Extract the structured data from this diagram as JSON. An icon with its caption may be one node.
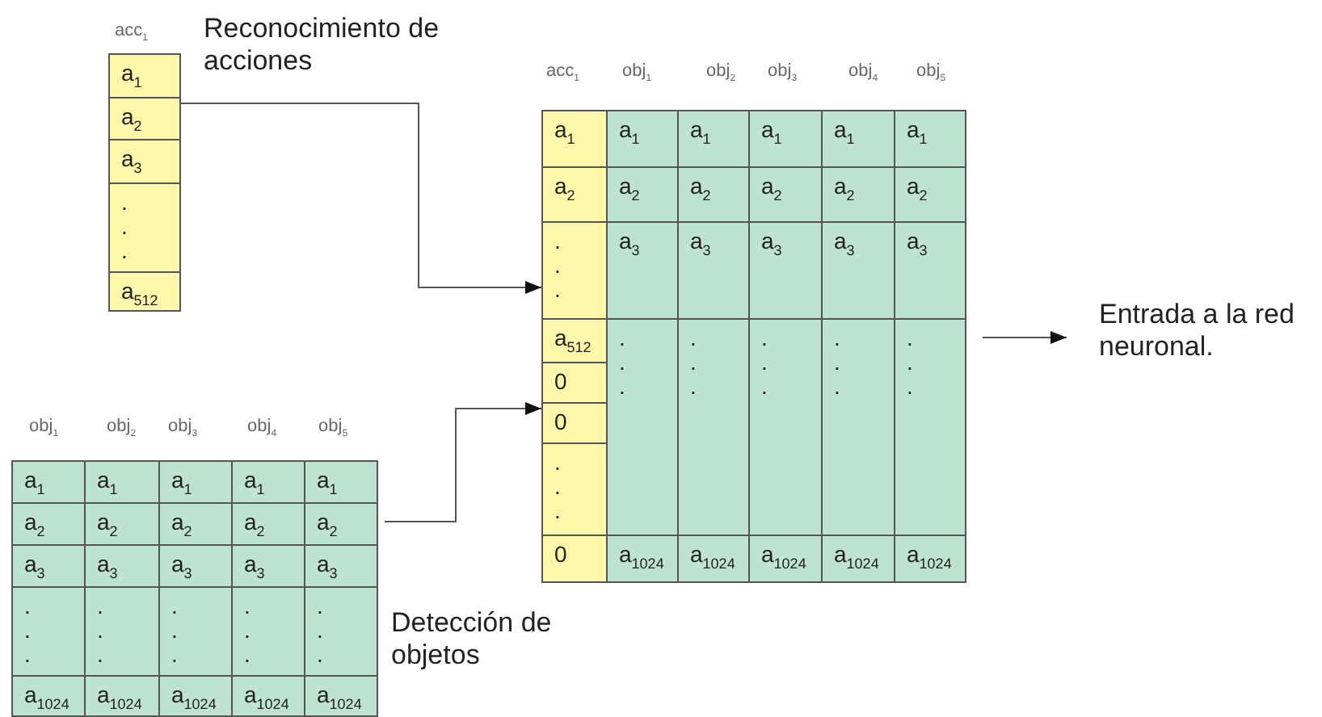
{
  "diagram": {
    "nodes": [
      {
        "text": [
          "a$_{1}$",
          "a$_{2}$",
          "a$_{3}$",
          ". . .",
          "a$_{512}$"
        ],
        "beside": [
          "acc$_{1}$"
        ]
      },
      {
        "text": [
          "Reconocimiento de acciones"
        ]
      },
      {
        "text": [
          "a$_{1}$",
          "a$_{1}$",
          "a$_{1}$",
          "a$_{1}$",
          "a$_{1}$",
          "a$_{1}$",
          "a$_{2}$",
          "a$_{2}$",
          "a$_{2}$",
          "a$_{2}$",
          "a$_{2}$",
          "a$_{2}$",
          ". . .",
          "a$_{3}$",
          "a$_{3}$",
          "a$_{3}$",
          "a$_{3}$",
          "a$_{3}$",
          "a$_{512}$",
          ". . .",
          ". . .",
          ". . .",
          ". . .",
          ". . .",
          "0",
          "0",
          ". . .",
          "0",
          "a$_{1024}$",
          "a$_{1024}$",
          "a$_{1024}$",
          "a$_{1024}$",
          "a$_{1024}$"
        ],
        "beside": [
          "acc$_{1}$",
          "obj$_{1}$",
          "obj$_{2}$",
          "obj$_{3}$",
          "obj$_{4}$",
          "obj$_{5}$"
        ]
      },
      {
        "text": [
          "Entrada a la red neuronal."
        ]
      },
      {
        "text": [
          "a$_{1}$",
          "a$_{1}$",
          "a$_{1}$",
          "a$_{1}$",
          "a$_{1}$",
          "a$_{2}$",
          "a$_{2}$",
          "a$_{2}$",
          "a$_{2}$",
          "a$_{2}$",
          "a$_{3}$",
          "a$_{3}$",
          "a$_{3}$",
          "a$_{3}$",
          "a$_{3}$",
          ". . .",
          ". . .",
          ". . .",
          ". . .",
          ". . .",
          "a$_{1024}$",
          "a$_{1024}$",
          "a$_{1024}$",
          "a$_{1024}$",
          "a$_{1024}$"
        ],
        "beside": [
          "obj$_{1}$",
          "obj$_{2}$",
          "obj$_{3}$",
          "obj$_{4}$",
          "obj$_{5}$"
        ]
      },
      {
        "text": [
          "Detección de objetos"
        ]
      }
    ],
    "edges": [
      {
        "from": 0,
        "to": 2,
        "arrow": "to"
      },
      {
        "from": 4,
        "to": 2,
        "arrow": "to"
      },
      {
        "from": 2,
        "to": 3,
        "arrow": "to"
      }
    ]
  }
}
